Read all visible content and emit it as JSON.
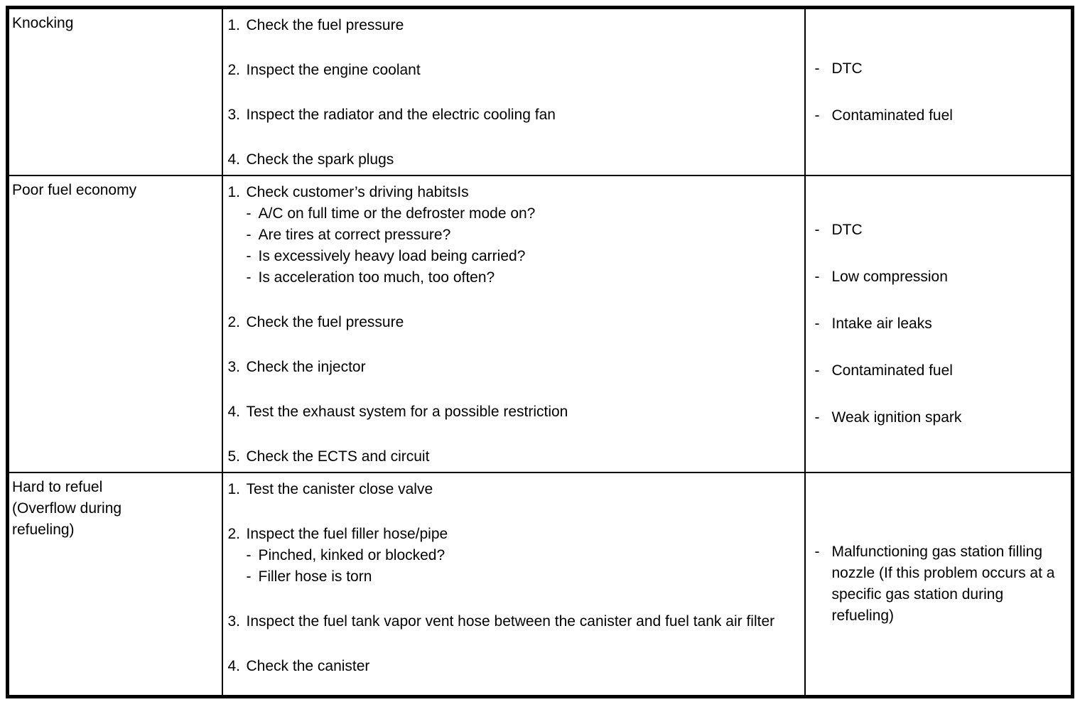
{
  "document": {
    "type": "troubleshooting-table",
    "colors": {
      "background": "#ffffff",
      "border": "#000000",
      "text": "#000000"
    },
    "rows": [
      {
        "symptom_lines": [
          "Knocking"
        ],
        "inspections": [
          {
            "num": "1.",
            "text": "Check the fuel pressure",
            "subs": []
          },
          {
            "num": "2.",
            "text": "Inspect the engine coolant",
            "subs": []
          },
          {
            "num": "3.",
            "text": "Inspect the radiator and the electric cooling fan",
            "subs": []
          },
          {
            "num": "4.",
            "text": "Check the spark plugs",
            "subs": []
          }
        ],
        "causes": [
          "DTC",
          "Contaminated fuel"
        ]
      },
      {
        "symptom_lines": [
          "Poor fuel economy"
        ],
        "inspections": [
          {
            "num": "1.",
            "text": "Check customer’s driving habitsIs",
            "subs": [
              "A/C on full time or the defroster mode on?",
              "Are tires at correct pressure?",
              "Is excessively heavy load being carried?",
              "Is acceleration too much, too often?"
            ]
          },
          {
            "num": "2.",
            "text": "Check the fuel pressure",
            "subs": []
          },
          {
            "num": "3.",
            "text": "Check the injector",
            "subs": []
          },
          {
            "num": "4.",
            "text": "Test the exhaust system for a possible restriction",
            "subs": []
          },
          {
            "num": "5.",
            "text": "Check the ECTS and circuit",
            "subs": []
          }
        ],
        "causes": [
          "DTC",
          "Low compression",
          "Intake air leaks",
          "Contaminated fuel",
          "Weak ignition spark"
        ]
      },
      {
        "symptom_lines": [
          "Hard to refuel",
          "(Overflow during",
          "refueling)"
        ],
        "inspections": [
          {
            "num": "1.",
            "text": "Test the canister close valve",
            "subs": []
          },
          {
            "num": "2.",
            "text": "Inspect the fuel filler hose/pipe",
            "subs": [
              "Pinched, kinked or blocked?",
              "Filler hose is torn"
            ]
          },
          {
            "num": "3.",
            "text": "Inspect the fuel tank vapor vent hose between the canister and fuel tank air filter",
            "subs": []
          },
          {
            "num": "4.",
            "text": "Check the canister",
            "subs": []
          }
        ],
        "causes": [
          "Malfunctioning gas station filling nozzle (If this problem occurs at a specific gas station during refueling)"
        ]
      }
    ],
    "list_markers": {
      "sub_item_dash": "-",
      "cause_dash": "-"
    }
  }
}
